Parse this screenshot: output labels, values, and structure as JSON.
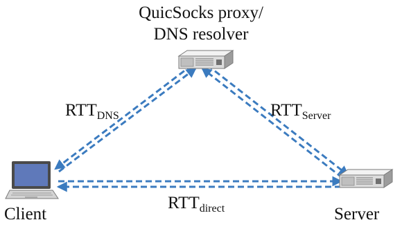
{
  "nodes": {
    "proxy": {
      "label_line1": "QuicSocks proxy/",
      "label_line2": "DNS resolver",
      "icon": "server-rack-icon"
    },
    "client": {
      "label": "Client",
      "icon": "laptop-icon"
    },
    "server": {
      "label": "Server",
      "icon": "server-rack-icon"
    }
  },
  "links": {
    "dns": {
      "base": "RTT",
      "sub": "DNS"
    },
    "server": {
      "base": "RTT",
      "sub": "Server"
    },
    "direct": {
      "base": "RTT",
      "sub": "direct"
    }
  },
  "colors": {
    "arrow": "#3b7bbf",
    "device_light": "#e6e6e6",
    "device_dark": "#8a8a8a",
    "screen": "#5f79ba"
  }
}
